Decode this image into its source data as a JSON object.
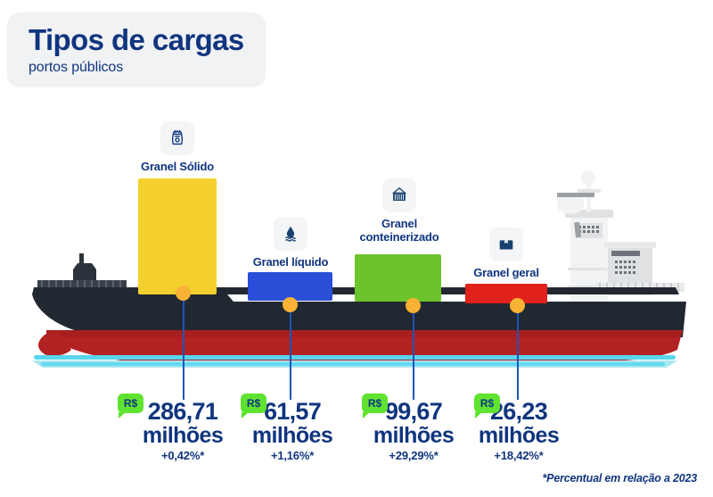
{
  "header": {
    "title": "Tipos de cargas",
    "subtitle": "portos públicos"
  },
  "footnote": "*Percentual em relação a 2023",
  "currency_badge": "R$",
  "chart_data": {
    "type": "bar",
    "title": "Tipos de cargas",
    "subtitle": "portos públicos",
    "xlabel": "",
    "ylabel": "",
    "unit": "R$ milhões",
    "note": "*Percentual em relação a 2023",
    "categories": [
      "Granel Sólido",
      "Granel líquido",
      "Granel\nconteinerizado",
      "Granel geral"
    ],
    "values": [
      286.71,
      61.57,
      99.67,
      26.23
    ],
    "value_labels": [
      "286,71",
      "61,57",
      "99,67",
      "26,23"
    ],
    "unit_label": "milhões",
    "percent_labels": [
      "+0,42%*",
      "+1,16%*",
      "+29,29%*",
      "+18,42%*"
    ],
    "colors": [
      "#f3d02e",
      "#2a4ed8",
      "#6cc42c",
      "#e0211c"
    ],
    "icons": [
      "grain-sack-icon",
      "liquid-drop-icon",
      "container-icon",
      "box-icon"
    ],
    "grid": false,
    "legend": "none"
  },
  "bars": [
    {
      "label": "Granel Sólido",
      "icon": "grain-sack-icon",
      "color": "#f3d02e",
      "value": "286,71",
      "unit": "milhões",
      "percent": "+0,42%*"
    },
    {
      "label": "Granel líquido",
      "icon": "liquid-drop-icon",
      "color": "#2a4ed8",
      "value": "61,57",
      "unit": "milhões",
      "percent": "+1,16%*"
    },
    {
      "label": "Granel\nconteinerizado",
      "icon": "container-icon",
      "color": "#6cc42c",
      "value": "99,67",
      "unit": "milhões",
      "percent": "+29,29%*"
    },
    {
      "label": "Granel geral",
      "icon": "box-icon",
      "color": "#e0211c",
      "value": "26,23",
      "unit": "milhões",
      "percent": "+18,42%*"
    }
  ],
  "colors": {
    "navy": "#10357e",
    "hull_dark": "#222831",
    "hull_red": "#b22222",
    "water": "#7fdff0",
    "dot": "#f9b233",
    "badge_green": "#5fe330",
    "card_bg": "#f1f2f4"
  }
}
